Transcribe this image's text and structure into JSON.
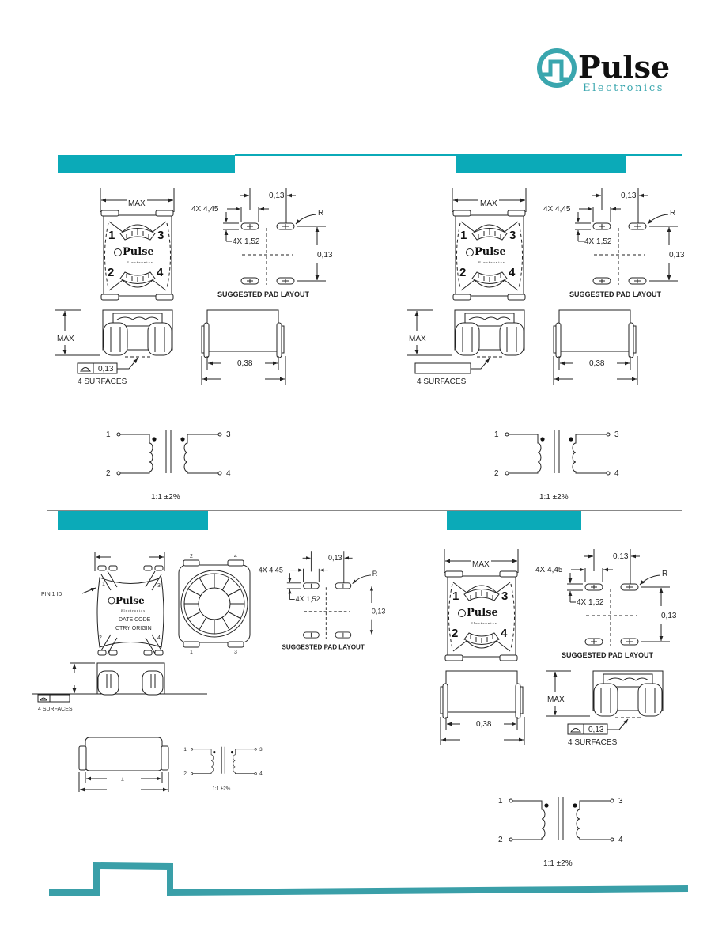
{
  "header": {
    "brand": "Pulse",
    "brand_sub": "Electronics"
  },
  "colors": {
    "accent": "#0BAAB8",
    "footer": "#3A9FA8"
  },
  "panels": [
    {
      "top_view": {
        "max": "MAX",
        "pins": [
          "1",
          "3",
          "2",
          "4"
        ],
        "logo": "Pulse",
        "logo_sub": "Electronics"
      },
      "pad_layout": {
        "gap": "0,13",
        "pad_length": "4X 4,45",
        "radius": "R",
        "pad_width": "4X 1,52",
        "pitch": "0,13",
        "caption": "SUGGESTED PAD LAYOUT"
      },
      "side_view": {
        "max": "MAX",
        "flatness": "0,13",
        "surfaces": "4 SURFACES"
      },
      "front_view": {
        "length": "0,38"
      },
      "schematic": {
        "pins": [
          "1",
          "2",
          "3",
          "4"
        ],
        "ratio": "1:1  ±2%"
      }
    },
    {
      "top_view": {
        "max": "MAX",
        "pins": [
          "1",
          "3",
          "2",
          "4"
        ],
        "logo": "Pulse",
        "logo_sub": "Electronics"
      },
      "pad_layout": {
        "gap": "0,13",
        "pad_length": "4X 4,45",
        "radius": "R",
        "pad_width": "4X 1,52",
        "pitch": "0,13",
        "caption": "SUGGESTED PAD LAYOUT"
      },
      "side_view": {
        "max": "MAX",
        "surfaces": "4 SURFACES"
      },
      "front_view": {
        "length": "0,38"
      },
      "schematic": {
        "pins": [
          "1",
          "2",
          "3",
          "4"
        ],
        "ratio": "1:1  ±2%"
      }
    },
    {
      "top_view": {
        "pin1_label": "PIN 1 ID",
        "pins": [
          "1",
          "3",
          "2",
          "4"
        ],
        "logo": "Pulse",
        "logo_sub": "Electronics",
        "date_code": "DATE CODE",
        "country": "CTRY ORIGIN"
      },
      "toroid_view": {
        "pins": [
          "2",
          "4",
          "1",
          "3"
        ]
      },
      "pad_layout": {
        "gap": "0,13",
        "pad_length": "4X 4,45",
        "radius": "R",
        "pad_width": "4X 1,52",
        "pitch": "0,13",
        "caption": "SUGGESTED PAD LAYOUT"
      },
      "side_view": {
        "surfaces": "4 SURFACES"
      },
      "front_view": {
        "length": "±"
      },
      "schematic": {
        "pins": [
          "1",
          "2",
          "3",
          "4"
        ],
        "ratio": "1:1  ±2%"
      }
    },
    {
      "top_view": {
        "max": "MAX",
        "pins": [
          "1",
          "3",
          "2",
          "4"
        ],
        "logo": "Pulse",
        "logo_sub": "Electronics"
      },
      "pad_layout": {
        "gap": "0,13",
        "pad_length": "4X 4,45",
        "radius": "R",
        "pad_width": "4X 1,52",
        "pitch": "0,13",
        "caption": "SUGGESTED PAD LAYOUT"
      },
      "side_view": {
        "max": "MAX",
        "flatness": "0,13",
        "surfaces": "4 SURFACES"
      },
      "front_view": {
        "length": "0,38"
      },
      "schematic": {
        "pins": [
          "1",
          "2",
          "3",
          "4"
        ],
        "ratio": "1:1  ±2%"
      }
    }
  ]
}
